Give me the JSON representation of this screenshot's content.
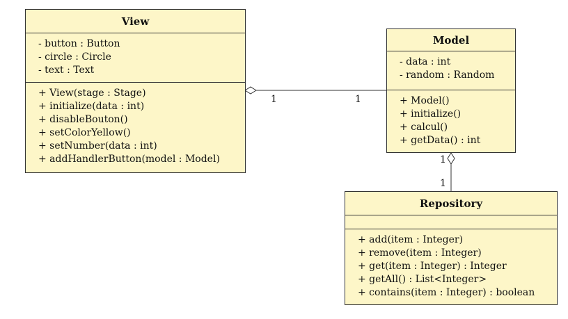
{
  "classes": {
    "view": {
      "name": "View",
      "attributes": [
        "- button : Button",
        "- circle : Circle",
        "- text : Text"
      ],
      "operations": [
        "+ View(stage : Stage)",
        "+ initialize(data : int)",
        "+ disableBouton()",
        "+ setColorYellow()",
        "+ setNumber(data : int)",
        "+ addHandlerButton(model : Model)"
      ]
    },
    "model": {
      "name": "Model",
      "attributes": [
        "- data : int",
        "- random : Random"
      ],
      "operations": [
        "+ Model()",
        "+ initialize()",
        "+ calcul()",
        "+ getData() : int"
      ]
    },
    "repository": {
      "name": "Repository",
      "attributes": [],
      "operations": [
        "+ add(item : Integer)",
        "+ remove(item : Integer)",
        "+ get(item : Integer) : Integer",
        "+ getAll() : List<Integer>",
        "+ contains(item : Integer) : boolean"
      ]
    }
  },
  "associations": {
    "view_model": {
      "source_mult": "1",
      "target_mult": "1"
    },
    "model_repository": {
      "source_mult": "1",
      "target_mult": "1"
    }
  },
  "colors": {
    "class_fill": "#fdf6c8",
    "stroke": "#333333"
  }
}
